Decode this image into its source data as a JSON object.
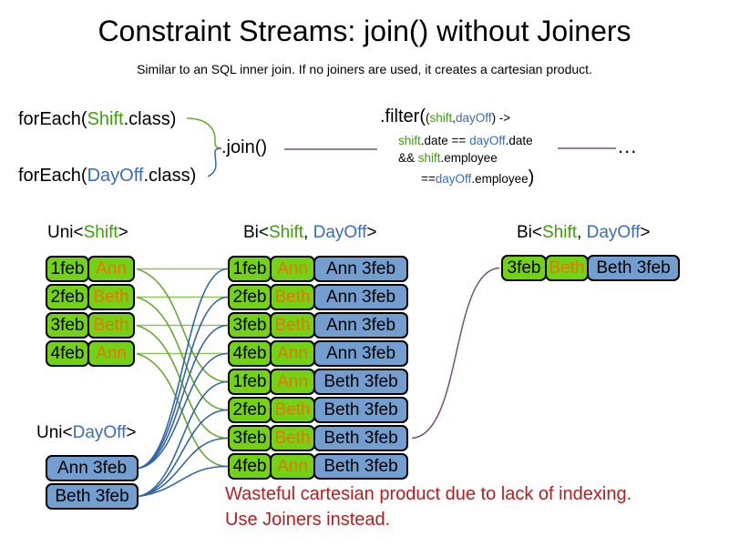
{
  "title": "Constraint Streams: join() without Joiners",
  "subtitle": "Similar to an SQL inner join. If no joiners are used, it creates a cartesian product.",
  "colors": {
    "shift_green_fill": "#73d216",
    "dayoff_blue_fill": "#729fcf",
    "employee_orange_text": "#e8750c",
    "shift_green_text": "#3fa00a",
    "dayoff_blue_text": "#3a6bc0",
    "warning_red_text": "#b91c1c",
    "join_purple_line": "#75507b",
    "shift_green_line": "#68a832",
    "dayoff_blue_line": "#3465a4"
  },
  "code": {
    "foreach_shift": {
      "pre": "forEach(",
      "cls": "Shift",
      "post": ".class)"
    },
    "foreach_dayoff": {
      "pre": "forEach(",
      "cls": "DayOff",
      "post": ".class)"
    },
    "join": ".join()",
    "filter": {
      "fn": ".filter(",
      "args_open": "(",
      "arg_shift": "shift",
      "args_comma": ", ",
      "arg_dayoff": "dayOff",
      "args_close": ") ->",
      "l2_shift": "shift",
      "l2_op": ".date == ",
      "l2_dayoff": "dayOff",
      "l2_tail": ".date",
      "l3_and": "&& ",
      "l3_shift": "shift",
      "l3_tail": ".employee",
      "l4_eq": "== ",
      "l4_dayoff": "dayOff",
      "l4_tail": ".employee",
      "l4_close": ")"
    },
    "ellipsis": "..."
  },
  "labels": {
    "uni_shift": {
      "pre": "Uni<",
      "shift": "Shift",
      "post": ">"
    },
    "bi_mid": {
      "pre": "Bi<",
      "shift": "Shift",
      "comma": ", ",
      "dayoff": "DayOff",
      "post": ">"
    },
    "bi_right": {
      "pre": "Bi<",
      "shift": "Shift",
      "comma": ", ",
      "dayoff": "DayOff",
      "post": ">"
    },
    "uni_dayoff": {
      "pre": "Uni<",
      "dayoff": "DayOff",
      "post": ">"
    }
  },
  "shift_table": {
    "rows": [
      {
        "date": "1feb",
        "name": "Ann"
      },
      {
        "date": "2feb",
        "name": "Beth"
      },
      {
        "date": "3feb",
        "name": "Beth"
      },
      {
        "date": "4feb",
        "name": "Ann"
      }
    ]
  },
  "dayoff_table": {
    "rows": [
      {
        "label": "Ann 3feb"
      },
      {
        "label": "Beth 3feb"
      }
    ]
  },
  "joined_table": {
    "rows": [
      {
        "date": "1feb",
        "name": "Ann",
        "pair": "Ann 3feb"
      },
      {
        "date": "2feb",
        "name": "Beth",
        "pair": "Ann 3feb"
      },
      {
        "date": "3feb",
        "name": "Beth",
        "pair": "Ann 3feb"
      },
      {
        "date": "4feb",
        "name": "Ann",
        "pair": "Ann 3feb"
      },
      {
        "date": "1feb",
        "name": "Ann",
        "pair": "Beth 3feb"
      },
      {
        "date": "2feb",
        "name": "Beth",
        "pair": "Beth 3feb"
      },
      {
        "date": "3feb",
        "name": "Beth",
        "pair": "Beth 3feb"
      },
      {
        "date": "4feb",
        "name": "Ann",
        "pair": "Beth 3feb"
      }
    ]
  },
  "result_table": {
    "rows": [
      {
        "date": "3feb",
        "name": "Beth",
        "pair": "Beth 3feb"
      }
    ]
  },
  "note": {
    "line1": "Wasteful cartesian product due to lack of indexing.",
    "line2": "Use Joiners instead."
  }
}
